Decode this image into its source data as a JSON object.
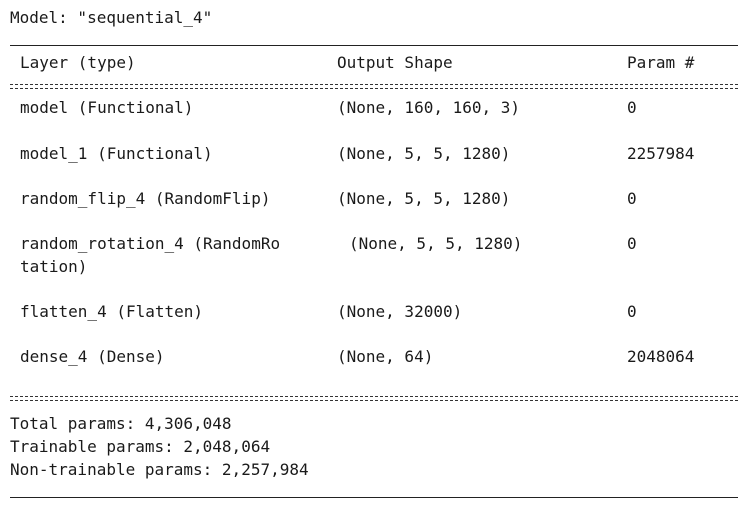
{
  "model_line": "Model: \"sequential_4\"",
  "header": {
    "layer": "Layer (type)",
    "output_shape": "Output Shape",
    "param": "Param #"
  },
  "layers": [
    {
      "name": "model (Functional)",
      "shape": "(None, 160, 160, 3)",
      "params": "0"
    },
    {
      "name": "model_1 (Functional)",
      "shape": "(None, 5, 5, 1280)",
      "params": "2257984"
    },
    {
      "name": "random_flip_4 (RandomFlip)",
      "shape": "(None, 5, 5, 1280)",
      "params": "0"
    },
    {
      "name": "random_rotation_4 (RandomRo",
      "name_wrap": "tation)",
      "shape": "(None, 5, 5, 1280)",
      "params": "0"
    },
    {
      "name": "flatten_4 (Flatten)",
      "shape": "(None, 32000)",
      "params": "0"
    },
    {
      "name": "dense_4 (Dense)",
      "shape": "(None, 64)",
      "params": "2048064"
    }
  ],
  "summary": {
    "total": "Total params: 4,306,048",
    "trainable": "Trainable params: 2,048,064",
    "non_trainable": "Non-trainable params: 2,257,984"
  }
}
